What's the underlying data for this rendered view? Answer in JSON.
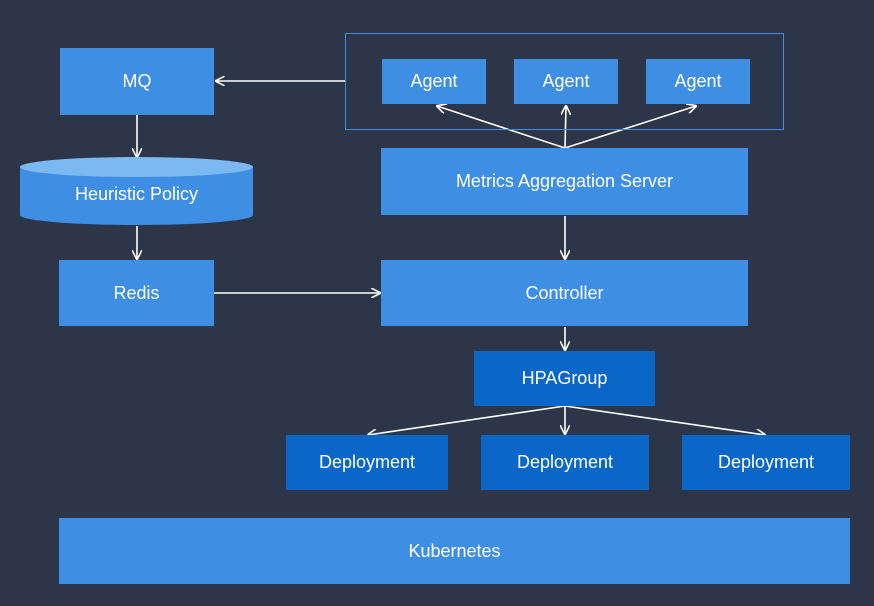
{
  "nodes": {
    "mq": "MQ",
    "heuristic_policy": "Heuristic Policy",
    "redis": "Redis",
    "agents": [
      "Agent",
      "Agent",
      "Agent"
    ],
    "metrics_server": "Metrics Aggregation Server",
    "controller": "Controller",
    "hpagroup": "HPAGroup",
    "deployments": [
      "Deployment",
      "Deployment",
      "Deployment"
    ],
    "kubernetes": "Kubernetes"
  },
  "colors": {
    "background": "#2d3548",
    "box_light": "#3e8fe3",
    "box_dark": "#0a66c7",
    "arrow": "#ffffff"
  },
  "edges": [
    [
      "agent_group",
      "mq"
    ],
    [
      "mq",
      "heuristic_policy"
    ],
    [
      "heuristic_policy",
      "redis"
    ],
    [
      "redis",
      "controller"
    ],
    [
      "metrics_server",
      "agent_1"
    ],
    [
      "metrics_server",
      "agent_2"
    ],
    [
      "metrics_server",
      "agent_3"
    ],
    [
      "metrics_server",
      "controller"
    ],
    [
      "controller",
      "hpagroup"
    ],
    [
      "hpagroup",
      "deployment_1"
    ],
    [
      "hpagroup",
      "deployment_2"
    ],
    [
      "hpagroup",
      "deployment_3"
    ]
  ]
}
